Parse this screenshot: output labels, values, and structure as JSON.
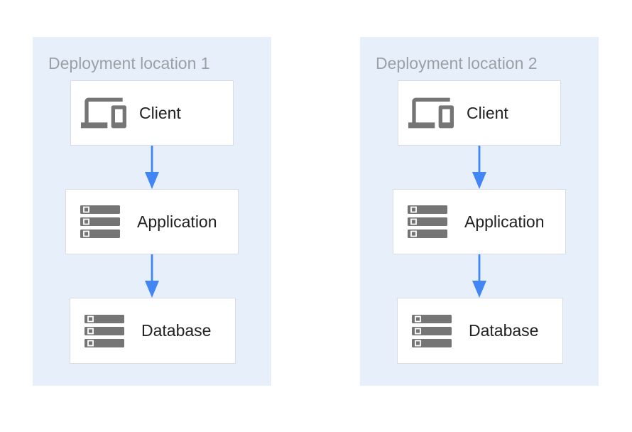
{
  "diagram": {
    "panels": [
      {
        "title": "Deployment location 1",
        "nodes": [
          {
            "label": "Client",
            "icon": "devices-icon"
          },
          {
            "label": "Application",
            "icon": "server-stack-icon"
          },
          {
            "label": "Database",
            "icon": "server-stack-icon"
          }
        ],
        "connections": [
          {
            "from": "Client",
            "to": "Application"
          },
          {
            "from": "Application",
            "to": "Database"
          }
        ]
      },
      {
        "title": "Deployment location 2",
        "nodes": [
          {
            "label": "Client",
            "icon": "devices-icon"
          },
          {
            "label": "Application",
            "icon": "server-stack-icon"
          },
          {
            "label": "Database",
            "icon": "server-stack-icon"
          }
        ],
        "connections": [
          {
            "from": "Client",
            "to": "Application"
          },
          {
            "from": "Application",
            "to": "Database"
          }
        ]
      }
    ],
    "colors": {
      "page_background": "#ffffff",
      "panel_background": "#e7f0fa",
      "node_background": "#ffffff",
      "node_border": "#dadce0",
      "arrow": "#4285f4",
      "icon_gray": "#757575",
      "title_text": "#9aa0a6",
      "label_text": "#212121"
    }
  }
}
